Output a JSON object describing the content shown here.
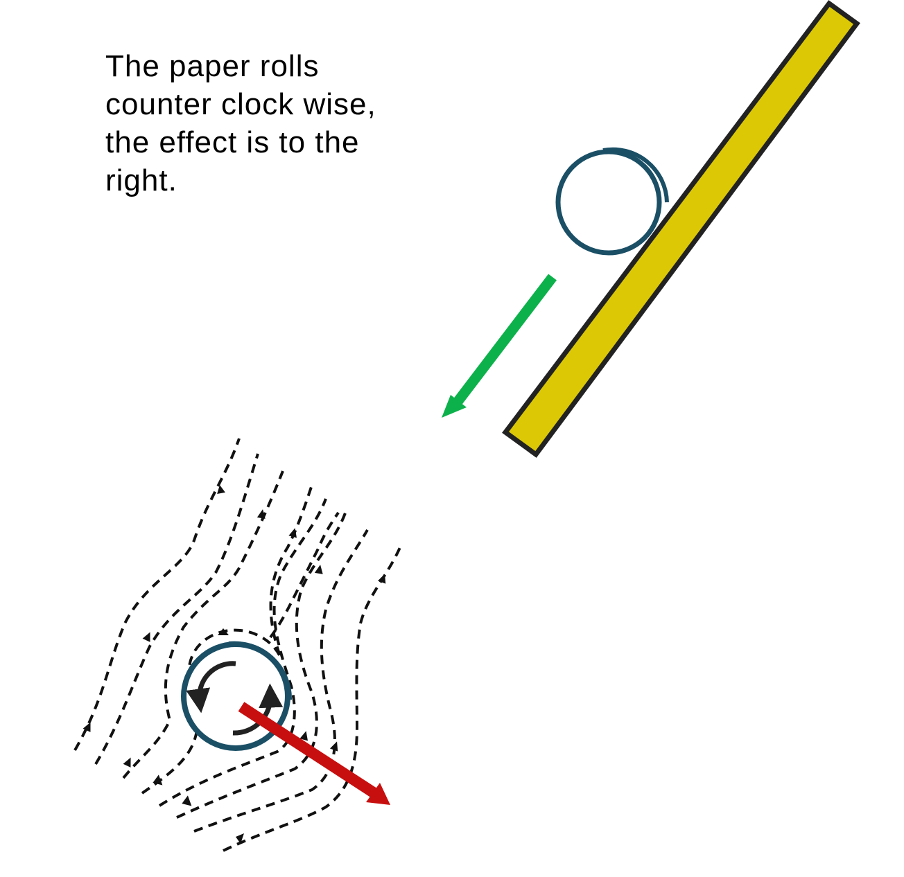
{
  "caption": {
    "lines": [
      "The paper rolls",
      "counter clock wise,",
      "the effect is to the",
      "right."
    ]
  },
  "colors": {
    "ramp_fill": "#dcc805",
    "ramp_stroke": "#222222",
    "roll": "#1a4f66",
    "fall_arrow": "#0db14b",
    "force_arrow": "#c80f0f",
    "streamline": "#111111",
    "spin_arrow": "#222222"
  }
}
